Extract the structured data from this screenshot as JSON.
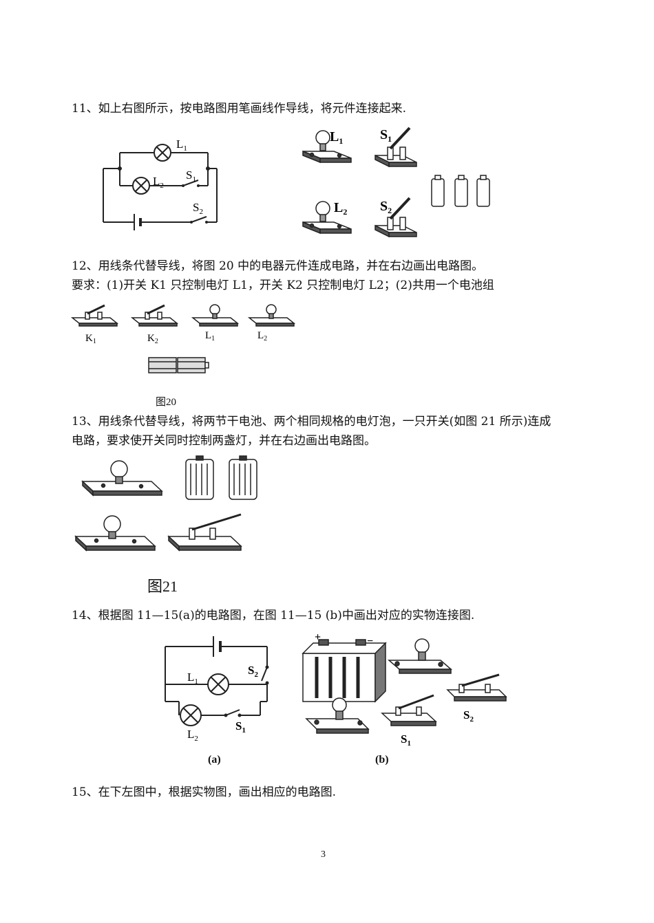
{
  "q11": {
    "text": "11、如上右图所示，按电路图用笔画线作导线，将元件连接起来.",
    "labels": {
      "L1": "L",
      "L1_sub": "1",
      "L2": "L",
      "L2_sub": "2",
      "S1": "S",
      "S1_sub": "1",
      "S2": "S",
      "S2_sub": "2"
    }
  },
  "q12": {
    "text": "12、用线条代替导线，将图 20 中的电器元件连成电路，并在右边画出电路图。",
    "requirement": "要求：(1)开关 K1 只控制电灯 L1，开关 K2 只控制电灯 L2；(2)共用一个电池组",
    "labels": {
      "K1": "K",
      "K1_sub": "1",
      "K2": "K",
      "K2_sub": "2",
      "L1": "L",
      "L1_sub": "1",
      "L2": "L",
      "L2_sub": "2"
    },
    "figure_caption": "图20"
  },
  "q13": {
    "text_line1": "13、用线条代替导线，将两节干电池、两个相同规格的电灯泡，一只开关(如图 21 所示)连成",
    "text_line2": "电路，要求使开关同时控制两盏灯，并在右边画出电路图。",
    "figure_caption": "图21"
  },
  "q14": {
    "text": "14、根据图 11—15(a)的电路图，在图 11—15 (b)中画出对应的实物连接图.",
    "caption_a": "(a)",
    "caption_b": "(b)",
    "labels": {
      "L1": "L",
      "L1_sub": "1",
      "L2": "L",
      "L2_sub": "2",
      "S1": "S",
      "S1_sub": "1",
      "S2": "S",
      "S2_sub": "2",
      "plus": "+",
      "minus": "−"
    }
  },
  "q15": {
    "text": "15、在下左图中，根据实物图，画出相应的电路图."
  },
  "page_number": "3"
}
